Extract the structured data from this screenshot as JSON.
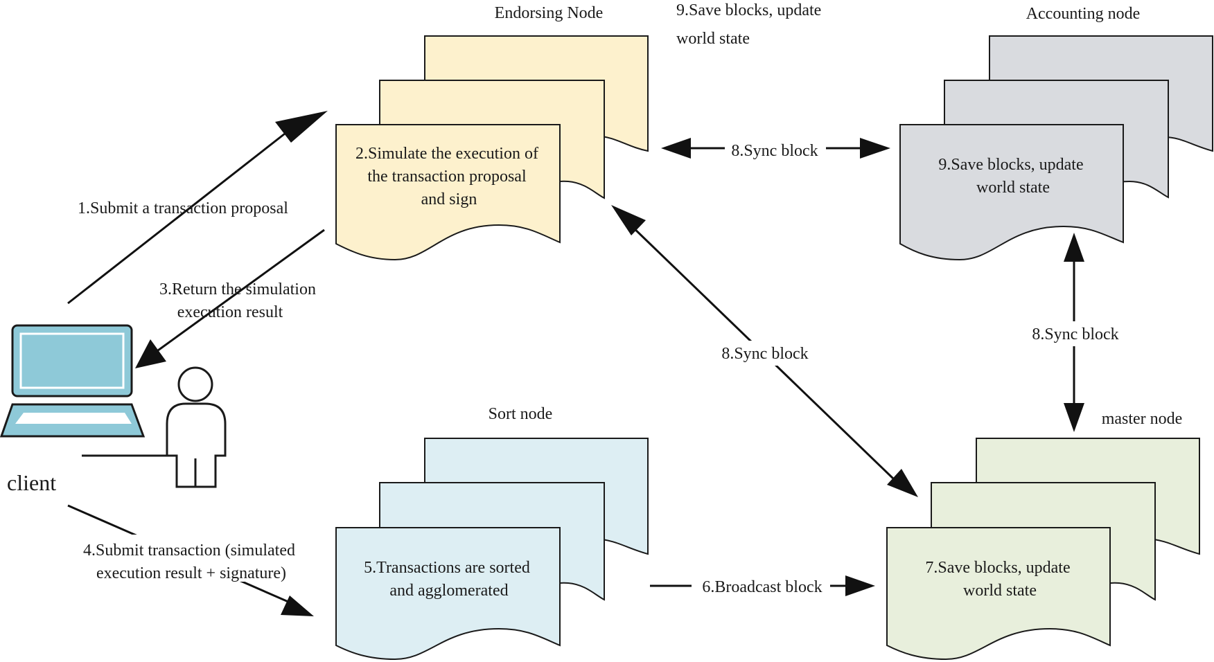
{
  "colors": {
    "endorsing": "#fdf1cd",
    "accounting": "#d9dbdf",
    "sort": "#ddeef3",
    "master": "#e8efdc",
    "laptop": "#8ec9d8",
    "line": "#111111"
  },
  "nodes": {
    "endorsing": {
      "title": "Endorsing Node",
      "text": [
        "2.Simulate the execution of",
        "the transaction proposal",
        "and sign"
      ]
    },
    "accounting": {
      "title": "Accounting node",
      "text": [
        "9.Save blocks, update",
        "world state"
      ]
    },
    "sort": {
      "title": "Sort node",
      "text": [
        "5.Transactions are sorted",
        "and agglomerated"
      ]
    },
    "master": {
      "title": "master node",
      "text": [
        "7.Save blocks, update",
        "world state"
      ]
    }
  },
  "client": {
    "label": "client",
    "icons": [
      "laptop-icon",
      "person-icon"
    ]
  },
  "labels": {
    "top_note": [
      "9.Save blocks, update",
      "world state"
    ],
    "submit_proposal": "1.Submit a transaction proposal",
    "return_result": [
      "3.Return the simulation",
      "execution result"
    ],
    "submit_transaction": [
      "4.Submit transaction (simulated",
      "execution result + signature)"
    ],
    "broadcast": "6.Broadcast block",
    "sync_top": "8.Sync block",
    "sync_diag": "8.Sync block",
    "sync_right": "8.Sync block"
  }
}
